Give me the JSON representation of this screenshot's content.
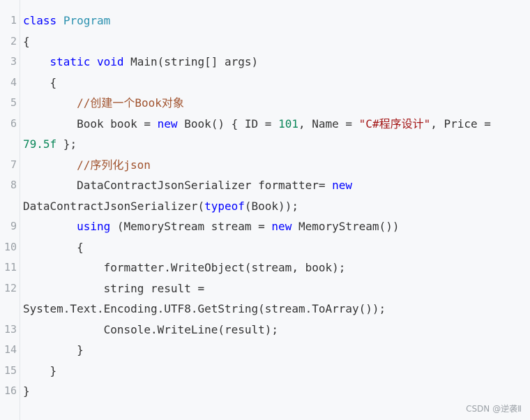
{
  "lines": [
    {
      "num": "1",
      "parts": [
        [
          "kw",
          "class"
        ],
        [
          "tx",
          " "
        ],
        [
          "ty",
          "Program"
        ]
      ]
    },
    {
      "num": "2",
      "parts": [
        [
          "tx",
          "{"
        ]
      ]
    },
    {
      "num": "3",
      "parts": [
        [
          "tx",
          "    "
        ],
        [
          "kw",
          "static"
        ],
        [
          "tx",
          " "
        ],
        [
          "kw",
          "void"
        ],
        [
          "tx",
          " Main(string[] args)"
        ]
      ]
    },
    {
      "num": "4",
      "parts": [
        [
          "tx",
          "    {"
        ]
      ]
    },
    {
      "num": "5",
      "parts": [
        [
          "tx",
          "        "
        ],
        [
          "cm",
          "//创建一个Book对象"
        ]
      ]
    },
    {
      "num": "6",
      "parts": [
        [
          "tx",
          "        Book book = "
        ],
        [
          "kw",
          "new"
        ],
        [
          "tx",
          " Book() { ID = "
        ],
        [
          "num",
          "101"
        ],
        [
          "tx",
          ", Name = "
        ],
        [
          "str",
          "\"C#程序设计\""
        ],
        [
          "tx",
          ", Price =\n"
        ],
        [
          "num",
          "79.5f"
        ],
        [
          "tx",
          " };"
        ]
      ]
    },
    {
      "num": "7",
      "parts": [
        [
          "tx",
          "        "
        ],
        [
          "cm",
          "//序列化json"
        ]
      ]
    },
    {
      "num": "8",
      "parts": [
        [
          "tx",
          "        DataContractJsonSerializer formatter= "
        ],
        [
          "kw",
          "new"
        ],
        [
          "tx",
          "\nDataContractJsonSerializer("
        ],
        [
          "kw",
          "typeof"
        ],
        [
          "tx",
          "(Book));"
        ]
      ]
    },
    {
      "num": "9",
      "parts": [
        [
          "tx",
          "        "
        ],
        [
          "kw",
          "using"
        ],
        [
          "tx",
          " (MemoryStream stream = "
        ],
        [
          "kw",
          "new"
        ],
        [
          "tx",
          " MemoryStream())"
        ]
      ]
    },
    {
      "num": "10",
      "parts": [
        [
          "tx",
          "        {"
        ]
      ]
    },
    {
      "num": "11",
      "parts": [
        [
          "tx",
          "            formatter.WriteObject(stream, book);"
        ]
      ]
    },
    {
      "num": "12",
      "parts": [
        [
          "tx",
          "            string result =\nSystem.Text.Encoding.UTF8.GetString(stream.ToArray());"
        ]
      ]
    },
    {
      "num": "13",
      "parts": [
        [
          "tx",
          "            Console.WriteLine(result);"
        ]
      ]
    },
    {
      "num": "14",
      "parts": [
        [
          "tx",
          "        }"
        ]
      ]
    },
    {
      "num": "15",
      "parts": [
        [
          "tx",
          "    }"
        ]
      ]
    },
    {
      "num": "16",
      "parts": [
        [
          "tx",
          "}"
        ]
      ]
    }
  ],
  "watermark": "CSDN @逆袭Ⅱ"
}
